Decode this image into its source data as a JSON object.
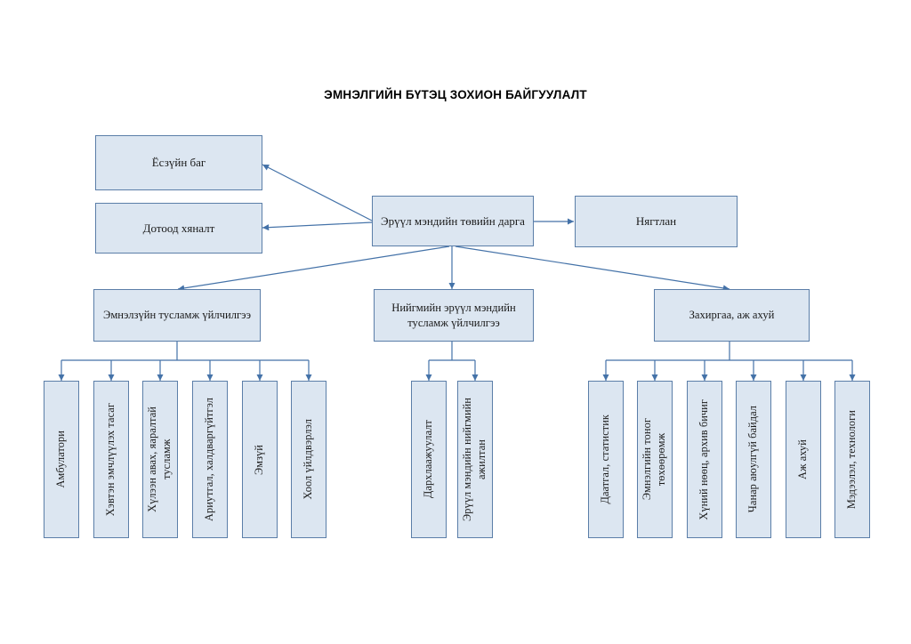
{
  "page": {
    "title": "ЭМНЭЛГИЙН БҮТЭЦ ЗОХИОН БАЙГУУЛАЛТ",
    "background_color": "#ffffff",
    "box_fill_color": "#dce6f1",
    "box_border_color": "#5b7ea8",
    "connector_color": "#4472a8"
  },
  "chart_data": {
    "type": "diagram",
    "diagram_kind": "organizational-chart",
    "title": "ЭМНЭЛГИЙН БҮТЭЦ ЗОХИОН БАЙГУУЛАЛТ",
    "nodes": [
      {
        "id": "director",
        "label": "Эрүүл мэндийн төвийн дарга",
        "level": 0
      },
      {
        "id": "ethics",
        "label": "Ёсзүйн баг",
        "level": 1
      },
      {
        "id": "internal_control",
        "label": "Дотоод хяналт",
        "level": 1
      },
      {
        "id": "accountant",
        "label": "Нягтлан",
        "level": 1
      },
      {
        "id": "clinical",
        "label": "Эмнэлзүйн тусламж үйлчилгээ",
        "level": 2
      },
      {
        "id": "public_health",
        "label": "Нийгмийн эрүүл мэндийн тусламж үйлчилгээ",
        "level": 2
      },
      {
        "id": "admin",
        "label": "Захиргаа, аж ахуй",
        "level": 2
      }
    ],
    "edges": [
      {
        "from": "director",
        "to": "ethics"
      },
      {
        "from": "director",
        "to": "internal_control"
      },
      {
        "from": "director",
        "to": "accountant"
      },
      {
        "from": "director",
        "to": "clinical"
      },
      {
        "from": "director",
        "to": "public_health"
      },
      {
        "from": "director",
        "to": "admin"
      }
    ]
  },
  "root": {
    "label": "Эрүүл мэндийн төвийн дарга"
  },
  "staff_boxes": [
    {
      "label": "Ёсзүйн баг"
    },
    {
      "label": "Дотоод хяналт"
    },
    {
      "label": "Нягтлан"
    }
  ],
  "branches": [
    {
      "id": "clinical",
      "label": "Эмнэлзүйн тусламж үйлчилгээ",
      "children": [
        {
          "label": "Амбулатори"
        },
        {
          "label": "Хэвтэн эмчлүүлэх тасаг"
        },
        {
          "label": "Хүлээн авах, яаралтай\nтусламж"
        },
        {
          "label": "Ариутгал, халдваргүйтгэл"
        },
        {
          "label": "Эмзүй"
        },
        {
          "label": "Хоол үйлдвэрлэл"
        }
      ]
    },
    {
      "id": "public_health",
      "label": "Нийгмийн эрүүл мэндийн тусламж үйлчилгээ",
      "children": [
        {
          "label": "Дархлаажуулалт"
        },
        {
          "label": "Эрүүл мэндийн нийгмийн\nажилтан"
        }
      ]
    },
    {
      "id": "admin",
      "label": "Захиргаа, аж ахуй",
      "children": [
        {
          "label": "Даатгал, статистик"
        },
        {
          "label": "Эмнэлгийн тоног\nтөхөөрөмж"
        },
        {
          "label": "Хүний нөөц, архив бичиг"
        },
        {
          "label": "Чанар аюулгүй байдал"
        },
        {
          "label": "Аж ахуй"
        },
        {
          "label": "Мэдээлэл, технологи"
        }
      ]
    }
  ]
}
